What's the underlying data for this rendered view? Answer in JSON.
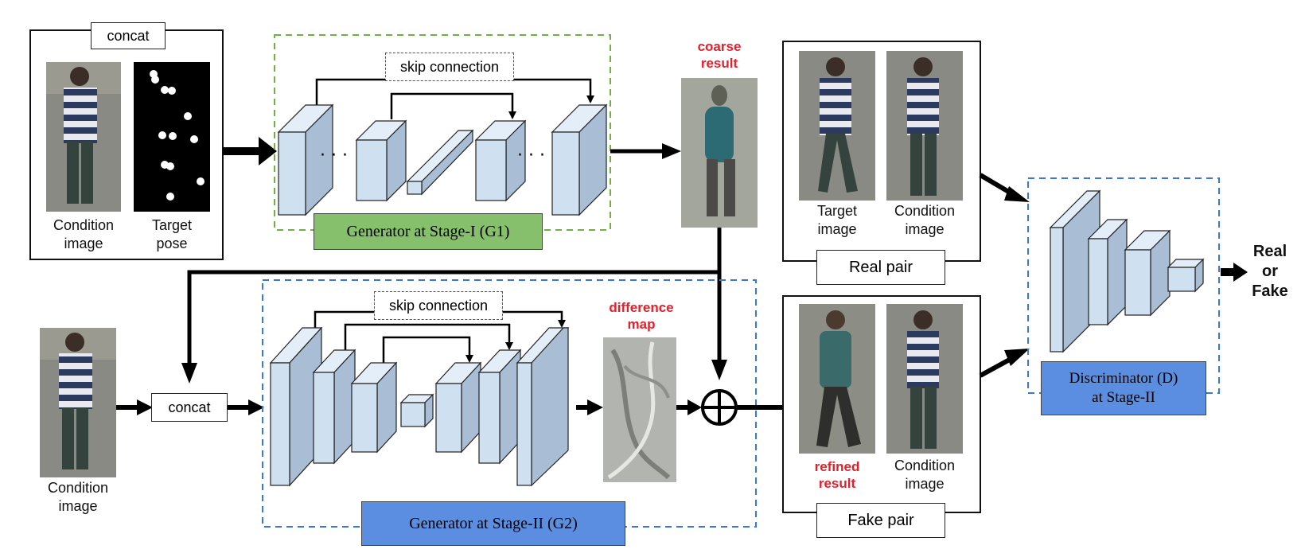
{
  "stage1": {
    "concat_label": "concat",
    "condition_label_line1": "Condition",
    "condition_label_line2": "image",
    "pose_label_line1": "Target",
    "pose_label_line2": "pose",
    "skip_label": "skip connection",
    "generator_label": "Generator at Stage-I (G1)",
    "coarse_line1": "coarse",
    "coarse_line2": "result"
  },
  "stage2": {
    "condition_label_line1": "Condition",
    "condition_label_line2": "image",
    "concat_label": "concat",
    "skip_label": "skip connection",
    "generator_label": "Generator at Stage-II (G2)",
    "diff_line1": "difference",
    "diff_line2": "map"
  },
  "real_pair": {
    "target_line1": "Target",
    "target_line2": "image",
    "condition_line1": "Condition",
    "condition_line2": "image",
    "label": "Real pair"
  },
  "fake_pair": {
    "refined_line1": "refined",
    "refined_line2": "result",
    "condition_line1": "Condition",
    "condition_line2": "image",
    "label": "Fake pair"
  },
  "discriminator": {
    "label_line1": "Discriminator (D)",
    "label_line2": "at Stage-II",
    "output_line1": "Real",
    "output_line2": "or",
    "output_line3": "Fake"
  },
  "colors": {
    "block_face": "#cfe0f1",
    "block_side": "#a9bdd4",
    "green_dash": "#6db33f",
    "blue_dash": "#3a78d6",
    "label_red": "#e4202a"
  }
}
